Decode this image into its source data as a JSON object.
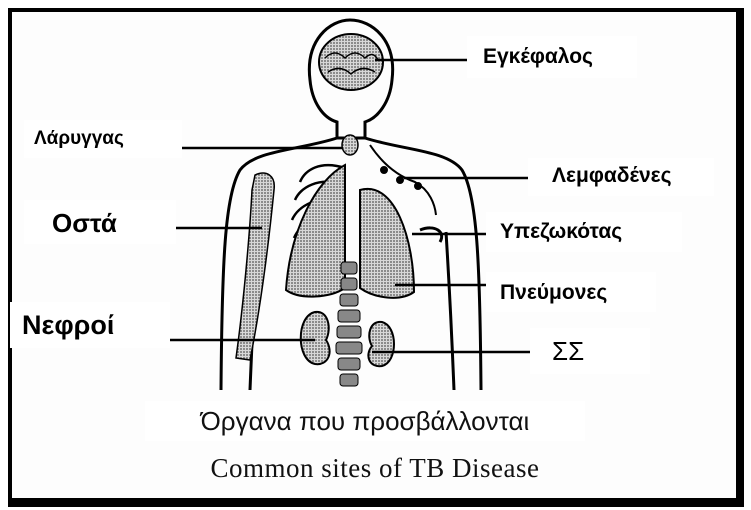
{
  "labels": {
    "brain": "Εγκέφαλος",
    "larynx": "Λάρυγγας",
    "lymph_nodes": "Λεμφαδένες",
    "bones": "Οστά",
    "pleura": "Υπεζωκότας",
    "lungs": "Πνεύμονες",
    "kidneys": "Νεφροί",
    "cns": "ΣΣ"
  },
  "caption": {
    "greek": "Όργανα που προσβάλλονται",
    "english": "Common sites of TB Disease"
  },
  "colors": {
    "line": "#000000",
    "organ_fill": "#a9a9a9",
    "background": "#ffffff"
  }
}
